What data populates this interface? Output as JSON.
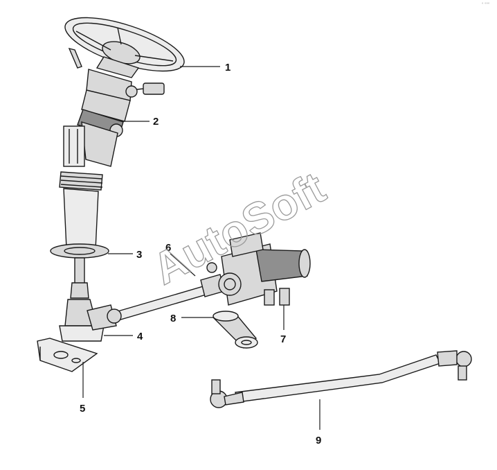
{
  "callouts": [
    {
      "id": "1",
      "label": "1"
    },
    {
      "id": "2",
      "label": "2"
    },
    {
      "id": "3",
      "label": "3"
    },
    {
      "id": "4",
      "label": "4"
    },
    {
      "id": "5",
      "label": "5"
    },
    {
      "id": "6",
      "label": "6"
    },
    {
      "id": "7",
      "label": "7"
    },
    {
      "id": "8",
      "label": "8"
    },
    {
      "id": "9",
      "label": "9"
    }
  ],
  "watermark": "AutoSoft",
  "corner_mark": "° °°°"
}
